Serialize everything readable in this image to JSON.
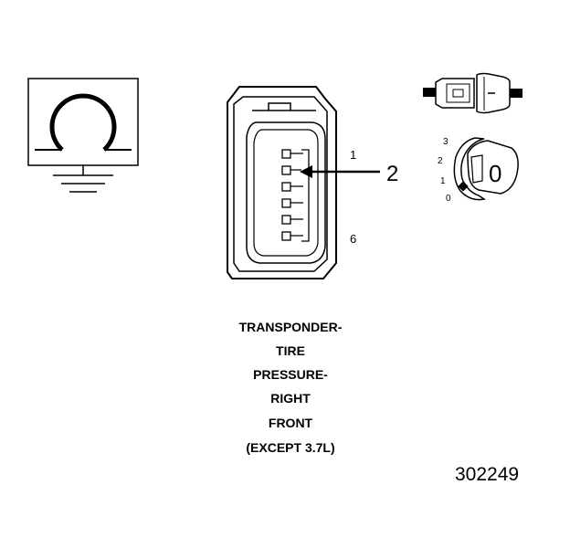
{
  "connector": {
    "pin_first": "1",
    "pin_last": "6",
    "callout": "2",
    "pin_count": 6
  },
  "ignition": {
    "positions": [
      "3",
      "2",
      "1",
      "0"
    ],
    "key_label": "0"
  },
  "caption": {
    "lines": [
      "TRANSPONDER-",
      "TIRE",
      "PRESSURE-",
      "RIGHT",
      "FRONT",
      "(EXCEPT 3.7L)"
    ]
  },
  "figure_number": "302249",
  "icons": {
    "ohmmeter": "omega-ground-icon",
    "connector": "six-pin-connector-icon",
    "plug": "connector-plug-icon",
    "ignition": "ignition-switch-icon"
  }
}
